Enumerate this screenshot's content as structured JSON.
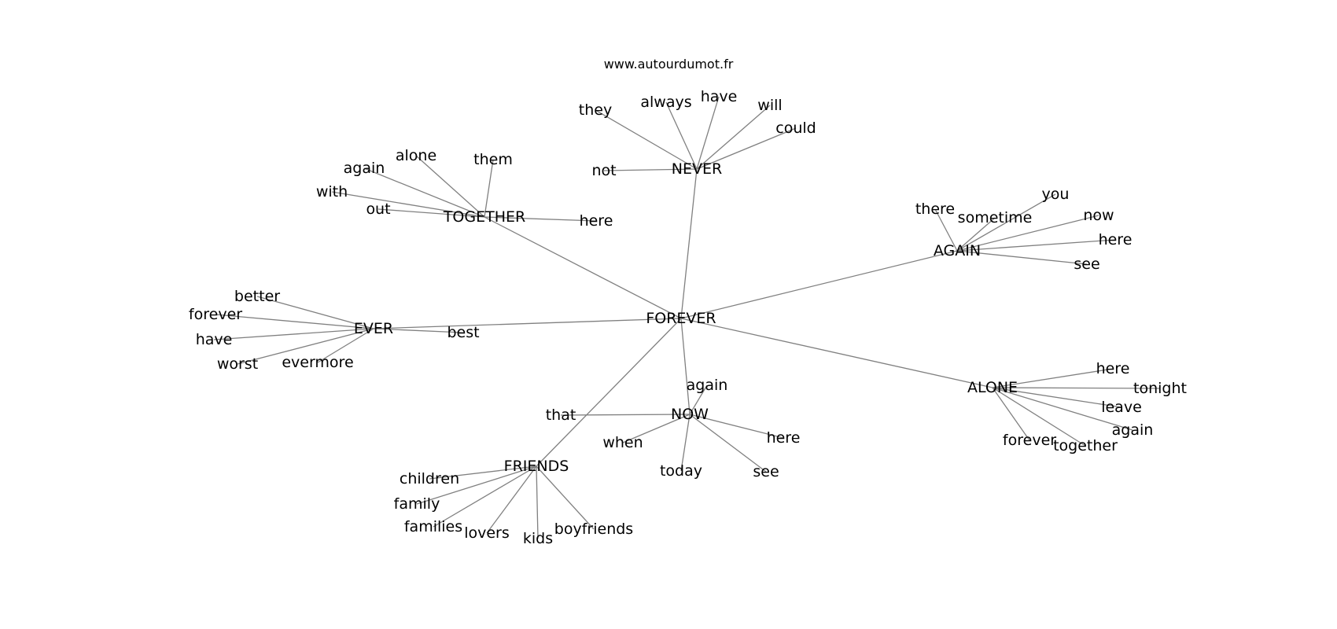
{
  "site_label": "www.autourdumot.fr",
  "edge_color": "#808080",
  "text_color": "#000000",
  "graph": {
    "center": "FOREVER",
    "hubs": [
      {
        "key": "never",
        "label": "NEVER",
        "leaves": [
          "they",
          "always",
          "have",
          "will",
          "could",
          "not"
        ]
      },
      {
        "key": "together",
        "label": "TOGETHER",
        "leaves": [
          "again",
          "alone",
          "them",
          "with",
          "out",
          "here"
        ]
      },
      {
        "key": "again",
        "label": "AGAIN",
        "leaves": [
          "there",
          "sometime",
          "you",
          "now",
          "here",
          "see"
        ]
      },
      {
        "key": "ever",
        "label": "EVER",
        "leaves": [
          "better",
          "forever",
          "have",
          "worst",
          "evermore",
          "best"
        ]
      },
      {
        "key": "alone",
        "label": "ALONE",
        "leaves": [
          "here",
          "tonight",
          "leave",
          "again",
          "forever",
          "together"
        ]
      },
      {
        "key": "now",
        "label": "NOW",
        "leaves": [
          "again",
          "that",
          "when",
          "here",
          "today",
          "see"
        ]
      },
      {
        "key": "friends",
        "label": "FRIENDS",
        "leaves": [
          "children",
          "family",
          "families",
          "lovers",
          "kids",
          "boyfriends"
        ]
      }
    ]
  }
}
